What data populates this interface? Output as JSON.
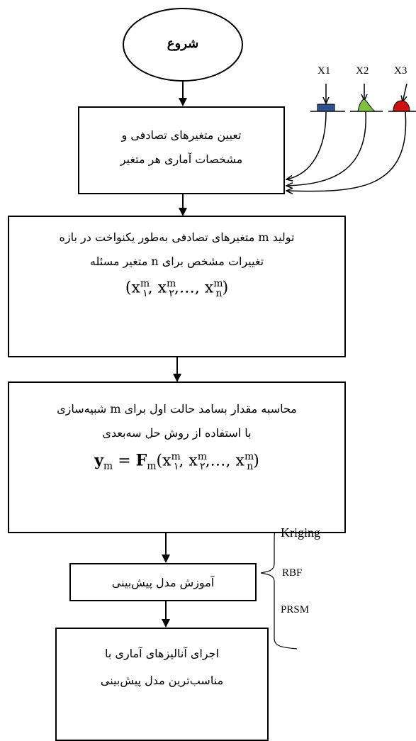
{
  "start": {
    "label": "شروع"
  },
  "inputs": [
    {
      "label": "X1",
      "color": "#2f4f8f"
    },
    {
      "label": "X2",
      "color": "#7fc241"
    },
    {
      "label": "X3",
      "color": "#cc1111"
    }
  ],
  "step1": {
    "line1": "تعیین متغیرهای تصادفی و",
    "line2": "مشخصات آماری هر متغیر"
  },
  "step2": {
    "line1": "تولید m متغیرهای تصادفی به‌طور یکنواخت در بازه",
    "line2": "تغییرات مشخص برای n متغیر مسئله",
    "formula": {
      "open": "(x",
      "sub1": "۱",
      "sup": "m",
      "mid1": ", x",
      "sub2": "۲",
      "mid2": ",…, x",
      "subn": "n",
      "close": ")"
    }
  },
  "step3": {
    "line1": "محاسبه مقدار بسامد حالت اول برای m شبیه‌سازی",
    "line2": "با استفاده از روش حل سه‌بعدی",
    "formula": {
      "lhs": "y",
      "lhs_sub": "m",
      "eq": " = ",
      "F": "F",
      "F_sub": "m"
    }
  },
  "step4": {
    "line1": "آموزش مدل پیش‌بینی"
  },
  "step5": {
    "line1": "اجرای آنالیزهای آماری با",
    "line2": "مناسب‌ترین مدل پیش‌بینی"
  },
  "models": [
    {
      "label": "Kriging"
    },
    {
      "label": "RBF"
    },
    {
      "label": "PRSM"
    }
  ]
}
